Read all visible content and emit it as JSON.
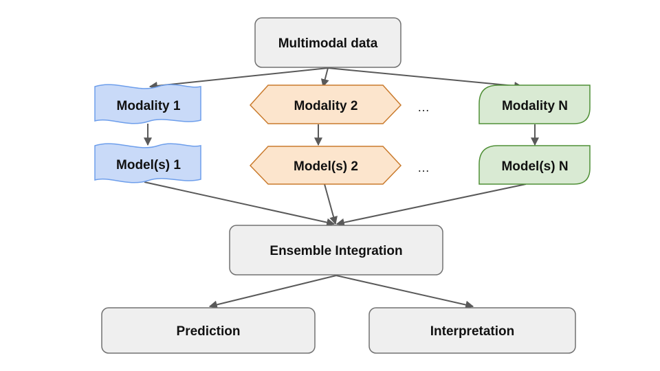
{
  "diagram": {
    "nodes": {
      "multimodal_data": "Multimodal data",
      "modality_1": "Modality 1",
      "modality_2": "Modality 2",
      "modality_n": "Modality N",
      "models_1": "Model(s) 1",
      "models_2": "Model(s) 2",
      "models_n": "Model(s) N",
      "ensemble_integration": "Ensemble Integration",
      "prediction": "Prediction",
      "interpretation": "Interpretation"
    },
    "ellipsis": "…",
    "colors": {
      "gray_fill": "#efefef",
      "gray_stroke": "#707070",
      "blue_fill": "#c9daf8",
      "blue_stroke": "#6d9eeb",
      "orange_fill": "#fce5cd",
      "orange_stroke": "#c97a2c",
      "green_fill": "#d9ead3",
      "green_stroke": "#4f8f36",
      "edge": "#595959"
    },
    "edges": [
      [
        "Multimodal data",
        "Modality 1"
      ],
      [
        "Multimodal data",
        "Modality 2"
      ],
      [
        "Multimodal data",
        "Modality N"
      ],
      [
        "Modality 1",
        "Model(s) 1"
      ],
      [
        "Modality 2",
        "Model(s) 2"
      ],
      [
        "Modality N",
        "Model(s) N"
      ],
      [
        "Model(s) 1",
        "Ensemble Integration"
      ],
      [
        "Model(s) 2",
        "Ensemble Integration"
      ],
      [
        "Model(s) N",
        "Ensemble Integration"
      ],
      [
        "Ensemble Integration",
        "Prediction"
      ],
      [
        "Ensemble Integration",
        "Interpretation"
      ]
    ]
  }
}
